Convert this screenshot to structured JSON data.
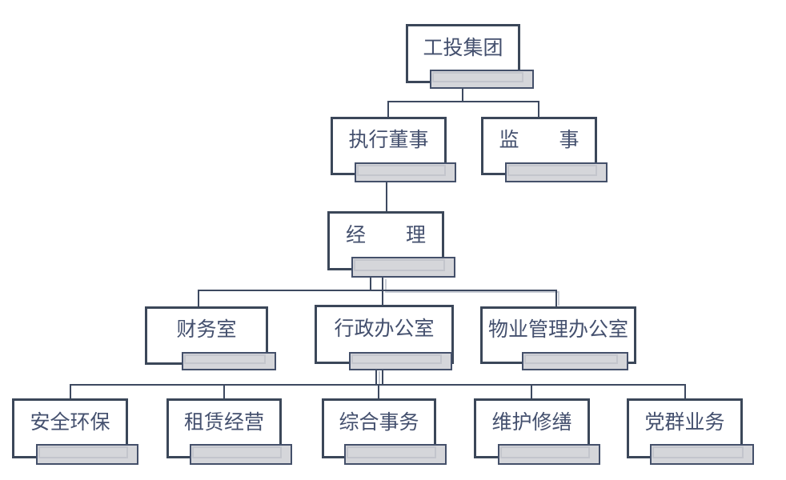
{
  "diagram": {
    "type": "org-chart",
    "nodes": [
      {
        "id": "group",
        "label": "工投集团",
        "level": 1,
        "parent": null
      },
      {
        "id": "executive-director",
        "label": "执行董事",
        "level": 2,
        "parent": "group"
      },
      {
        "id": "supervisor",
        "label": "监　　事",
        "level": 2,
        "parent": "group"
      },
      {
        "id": "manager",
        "label": "经　　理",
        "level": 3,
        "parent": "executive-director"
      },
      {
        "id": "finance-office",
        "label": "财务室",
        "level": 4,
        "parent": "manager"
      },
      {
        "id": "admin-office",
        "label": "行政办公室",
        "level": 4,
        "parent": "manager"
      },
      {
        "id": "property-mgmt-office",
        "label": "物业管理办公室",
        "level": 4,
        "parent": "manager"
      },
      {
        "id": "safety-environment",
        "label": "安全环保",
        "level": 5,
        "parent": "admin-office"
      },
      {
        "id": "leasing-operation",
        "label": "租赁经营",
        "level": 5,
        "parent": "admin-office"
      },
      {
        "id": "general-affairs",
        "label": "综合事务",
        "level": 5,
        "parent": "admin-office"
      },
      {
        "id": "maintenance-repair",
        "label": "维护修缮",
        "level": 5,
        "parent": "admin-office"
      },
      {
        "id": "party-mass-affairs",
        "label": "党群业务",
        "level": 5,
        "parent": "admin-office"
      }
    ],
    "colors": {
      "box_border": "#3b4759",
      "box_fill": "#ffffff",
      "text": "#44506e",
      "bar_fill": "#d5d6da",
      "bar_border": "#44506a",
      "bar_inner_border": "#c3c5cc",
      "connector": "#3d4960",
      "connector_shadow": "#c9cdd5",
      "background": "#ffffff"
    }
  }
}
